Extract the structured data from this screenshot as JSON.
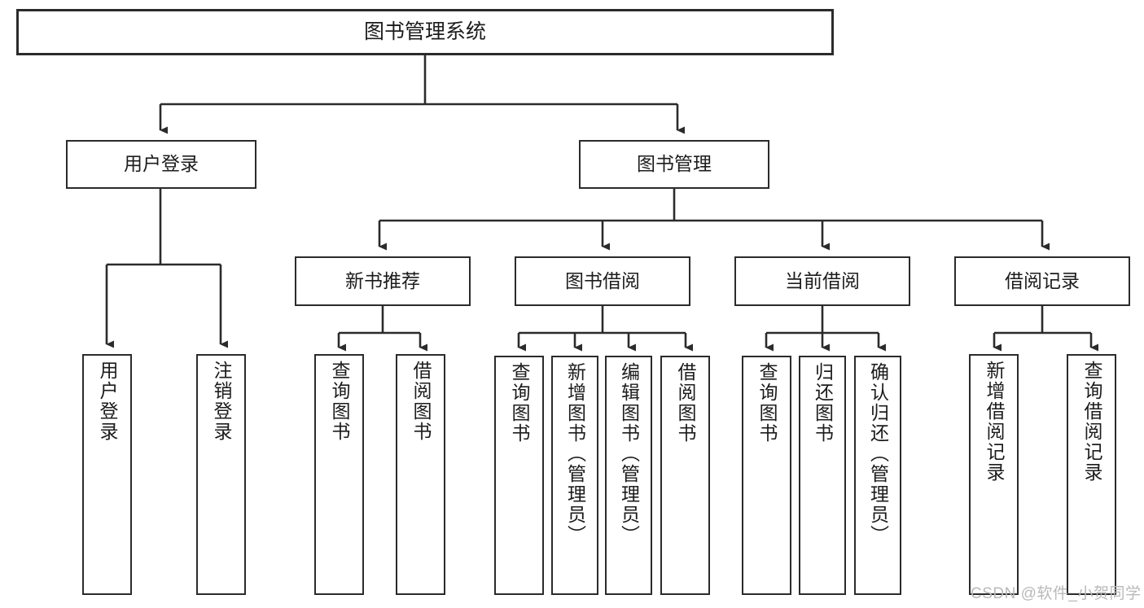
{
  "diagram": {
    "title": "图书管理系统",
    "type": "hierarchy-tree",
    "orientation": "top-down",
    "colors": {
      "box_border": "#2b2b2b",
      "box_fill": "#ffffff",
      "connector": "#2b2b2b",
      "text": "#1c1c1c",
      "watermark": "#b9b9b9",
      "background": "#ffffff"
    },
    "watermark": "CSDN @软件_小贺同学"
  },
  "nodes": {
    "root": {
      "label": "图书管理系统",
      "level": 1
    },
    "level2": [
      {
        "id": "user-login",
        "label": "用户登录",
        "level": 2
      },
      {
        "id": "book-management",
        "label": "图书管理",
        "level": 2
      }
    ],
    "level3": [
      {
        "id": "new-book-recommend",
        "label": "新书推荐",
        "level": 3,
        "parent": "book-management"
      },
      {
        "id": "book-borrow",
        "label": "图书借阅",
        "level": 3,
        "parent": "book-management"
      },
      {
        "id": "current-borrow",
        "label": "当前借阅",
        "level": 3,
        "parent": "book-management"
      },
      {
        "id": "borrow-record",
        "label": "借阅记录",
        "level": 3,
        "parent": "book-management"
      }
    ],
    "leaves": [
      {
        "id": "leaf-user-login",
        "label": "用户登录",
        "parent": "user-login"
      },
      {
        "id": "leaf-logout-login",
        "label": "注销登录",
        "parent": "user-login"
      },
      {
        "id": "leaf-query-book-1",
        "label": "查询图书",
        "parent": "new-book-recommend"
      },
      {
        "id": "leaf-borrow-book-1",
        "label": "借阅图书",
        "parent": "new-book-recommend"
      },
      {
        "id": "leaf-query-book-2",
        "label": "查询图书",
        "parent": "book-borrow"
      },
      {
        "id": "leaf-add-book",
        "label": "新增图书（管理员）",
        "parent": "book-borrow"
      },
      {
        "id": "leaf-edit-book",
        "label": "编辑图书（管理员）",
        "parent": "book-borrow"
      },
      {
        "id": "leaf-borrow-book-2",
        "label": "借阅图书",
        "parent": "book-borrow"
      },
      {
        "id": "leaf-query-book-3",
        "label": "查询图书",
        "parent": "current-borrow"
      },
      {
        "id": "leaf-return-book",
        "label": "归还图书",
        "parent": "current-borrow"
      },
      {
        "id": "leaf-confirm-return",
        "label": "确认归还（管理员）",
        "parent": "current-borrow"
      },
      {
        "id": "leaf-add-record",
        "label": "新增借阅记录",
        "parent": "borrow-record"
      },
      {
        "id": "leaf-query-record",
        "label": "查询借阅记录",
        "parent": "borrow-record"
      }
    ]
  }
}
